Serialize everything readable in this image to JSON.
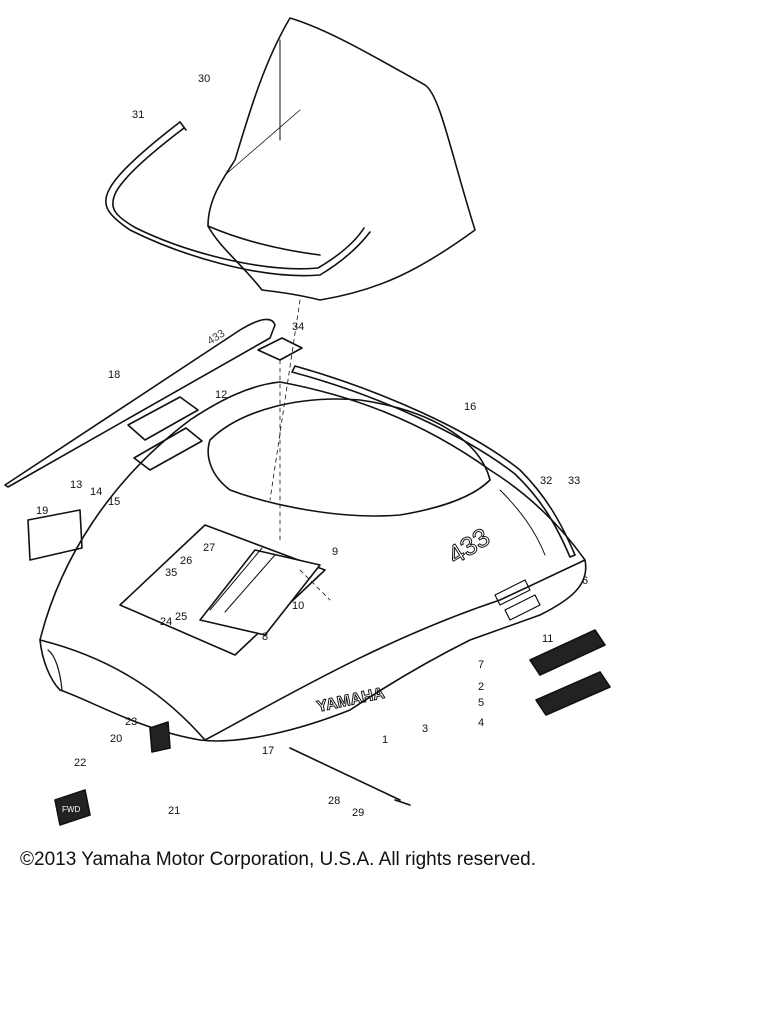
{
  "diagram": {
    "brand_text": "YAMAHA",
    "model_text": "433",
    "fwd_text": "FWD",
    "callouts": [
      "30",
      "31",
      "34",
      "18",
      "12",
      "16",
      "13",
      "14",
      "15",
      "19",
      "32",
      "33",
      "9",
      "26",
      "27",
      "35",
      "8",
      "10",
      "24",
      "25",
      "6",
      "11",
      "7",
      "2",
      "5",
      "4",
      "3",
      "1",
      "17",
      "23",
      "20",
      "22",
      "21",
      "28",
      "29"
    ]
  },
  "footer": {
    "copyright": "©2013 Yamaha Motor Corporation, U.S.A. All rights reserved."
  }
}
